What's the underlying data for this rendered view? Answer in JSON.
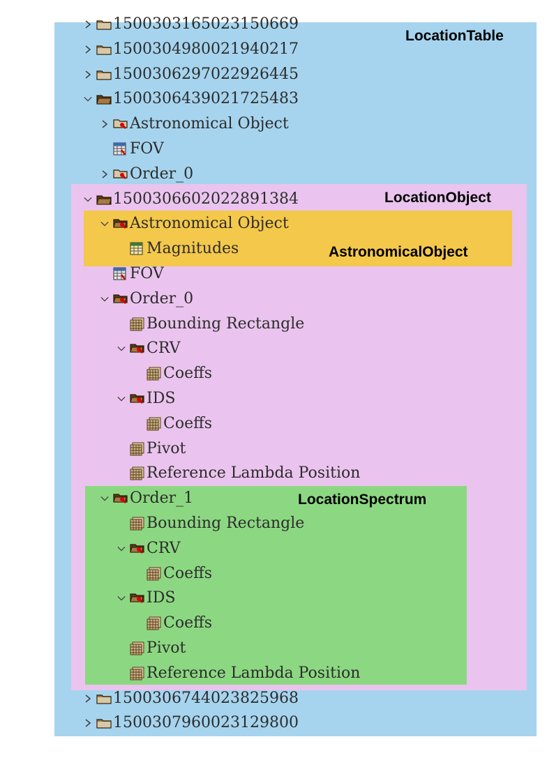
{
  "regions": {
    "table": "LocationTable",
    "object": "LocationObject",
    "astro": "AstronomicalObject",
    "spectrum": "LocationSpectrum"
  },
  "tree": [
    {
      "label": "150030316502315​0669",
      "kind": "folder",
      "state": "collapsed",
      "depth": 0
    },
    {
      "label": "1500304980021940217",
      "kind": "folder",
      "state": "collapsed",
      "depth": 0
    },
    {
      "label": "1500306297022926445",
      "kind": "folder",
      "state": "collapsed",
      "depth": 0
    },
    {
      "label": "1500306439021725483",
      "kind": "folder-open",
      "state": "expanded",
      "depth": 0
    },
    {
      "label": "Astronomical Object",
      "kind": "group",
      "state": "collapsed",
      "depth": 1
    },
    {
      "label": "FOV",
      "kind": "table",
      "state": "none",
      "depth": 1
    },
    {
      "label": "Order_0",
      "kind": "group",
      "state": "collapsed",
      "depth": 1
    },
    {
      "label": "1500306602022891384",
      "kind": "folder-open",
      "state": "expanded",
      "depth": 0
    },
    {
      "label": "Astronomical Object",
      "kind": "group-open",
      "state": "expanded",
      "depth": 1
    },
    {
      "label": "Magnitudes",
      "kind": "table-yellow",
      "state": "none",
      "depth": 2
    },
    {
      "label": "FOV",
      "kind": "table",
      "state": "none",
      "depth": 1
    },
    {
      "label": "Order_0",
      "kind": "group-open",
      "state": "expanded",
      "depth": 1
    },
    {
      "label": "Bounding Rectangle",
      "kind": "dataset",
      "state": "none",
      "depth": 2
    },
    {
      "label": "CRV",
      "kind": "group-open",
      "state": "expanded",
      "depth": 2
    },
    {
      "label": "Coeffs",
      "kind": "dataset",
      "state": "none",
      "depth": 3
    },
    {
      "label": "IDS",
      "kind": "group-open",
      "state": "expanded",
      "depth": 2
    },
    {
      "label": "Coeffs",
      "kind": "dataset",
      "state": "none",
      "depth": 3
    },
    {
      "label": "Pivot",
      "kind": "dataset",
      "state": "none",
      "depth": 2
    },
    {
      "label": "Reference Lambda Position",
      "kind": "dataset",
      "state": "none",
      "depth": 2
    },
    {
      "label": "Order_1",
      "kind": "group-open",
      "state": "expanded",
      "depth": 1
    },
    {
      "label": "Bounding Rectangle",
      "kind": "dataset",
      "state": "none",
      "depth": 2
    },
    {
      "label": "CRV",
      "kind": "group-open",
      "state": "expanded",
      "depth": 2
    },
    {
      "label": "Coeffs",
      "kind": "dataset",
      "state": "none",
      "depth": 3
    },
    {
      "label": "IDS",
      "kind": "group-open",
      "state": "expanded",
      "depth": 2
    },
    {
      "label": "Coeffs",
      "kind": "dataset",
      "state": "none",
      "depth": 3
    },
    {
      "label": "Pivot",
      "kind": "dataset",
      "state": "none",
      "depth": 2
    },
    {
      "label": "Reference Lambda Position",
      "kind": "dataset",
      "state": "none",
      "depth": 2
    },
    {
      "label": "1500306744023825968",
      "kind": "folder",
      "state": "collapsed",
      "depth": 0
    },
    {
      "label": "1500307960023129800",
      "kind": "folder",
      "state": "collapsed",
      "depth": 0
    }
  ],
  "colors": {
    "table_bg": "#a6d4ee",
    "object_bg": "#eac4ee",
    "astro_bg": "#f4c84a",
    "spectrum_bg": "#8cd882"
  }
}
